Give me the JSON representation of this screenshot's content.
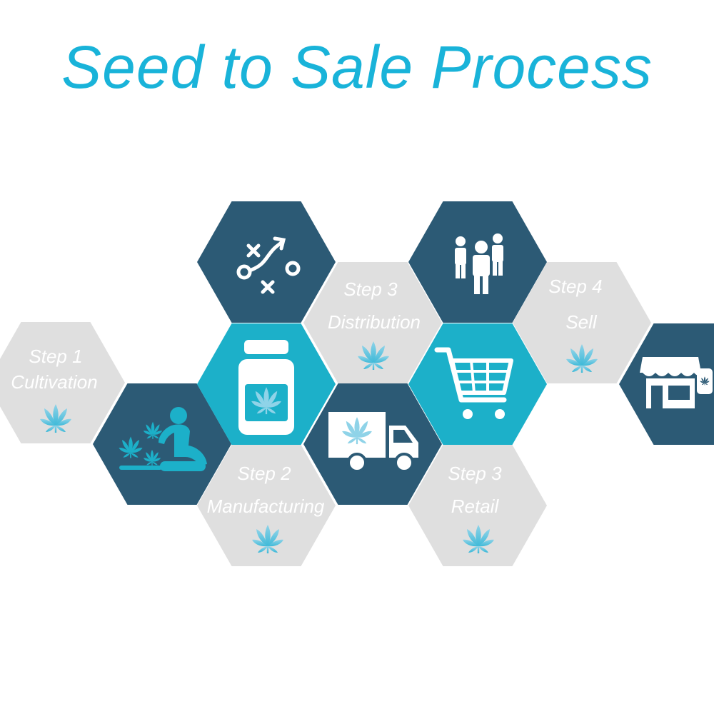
{
  "title": "Seed to Sale Process",
  "colors": {
    "title": "#19b3d9",
    "dark": "#2c5a75",
    "teal": "#1cb0c9",
    "light": "#dfdfdf",
    "label": "#ffffff",
    "leaf_light": "#8fd3e8",
    "leaf_dark": "#3db9d8"
  },
  "steps": [
    {
      "step": "Step 1",
      "name": "Cultivation"
    },
    {
      "step": "Step 2",
      "name": "Manufacturing"
    },
    {
      "step": "Step 3",
      "name": "Distribution"
    },
    {
      "step": "Step 3",
      "name": "Retail"
    },
    {
      "step": "Step 4",
      "name": "Sell"
    }
  ],
  "icons": [
    "strategy-play-icon",
    "people-group-icon",
    "jar-icon",
    "shopping-cart-icon",
    "storefront-icon",
    "gardener-icon",
    "delivery-truck-icon",
    "cannabis-leaf-icon"
  ]
}
